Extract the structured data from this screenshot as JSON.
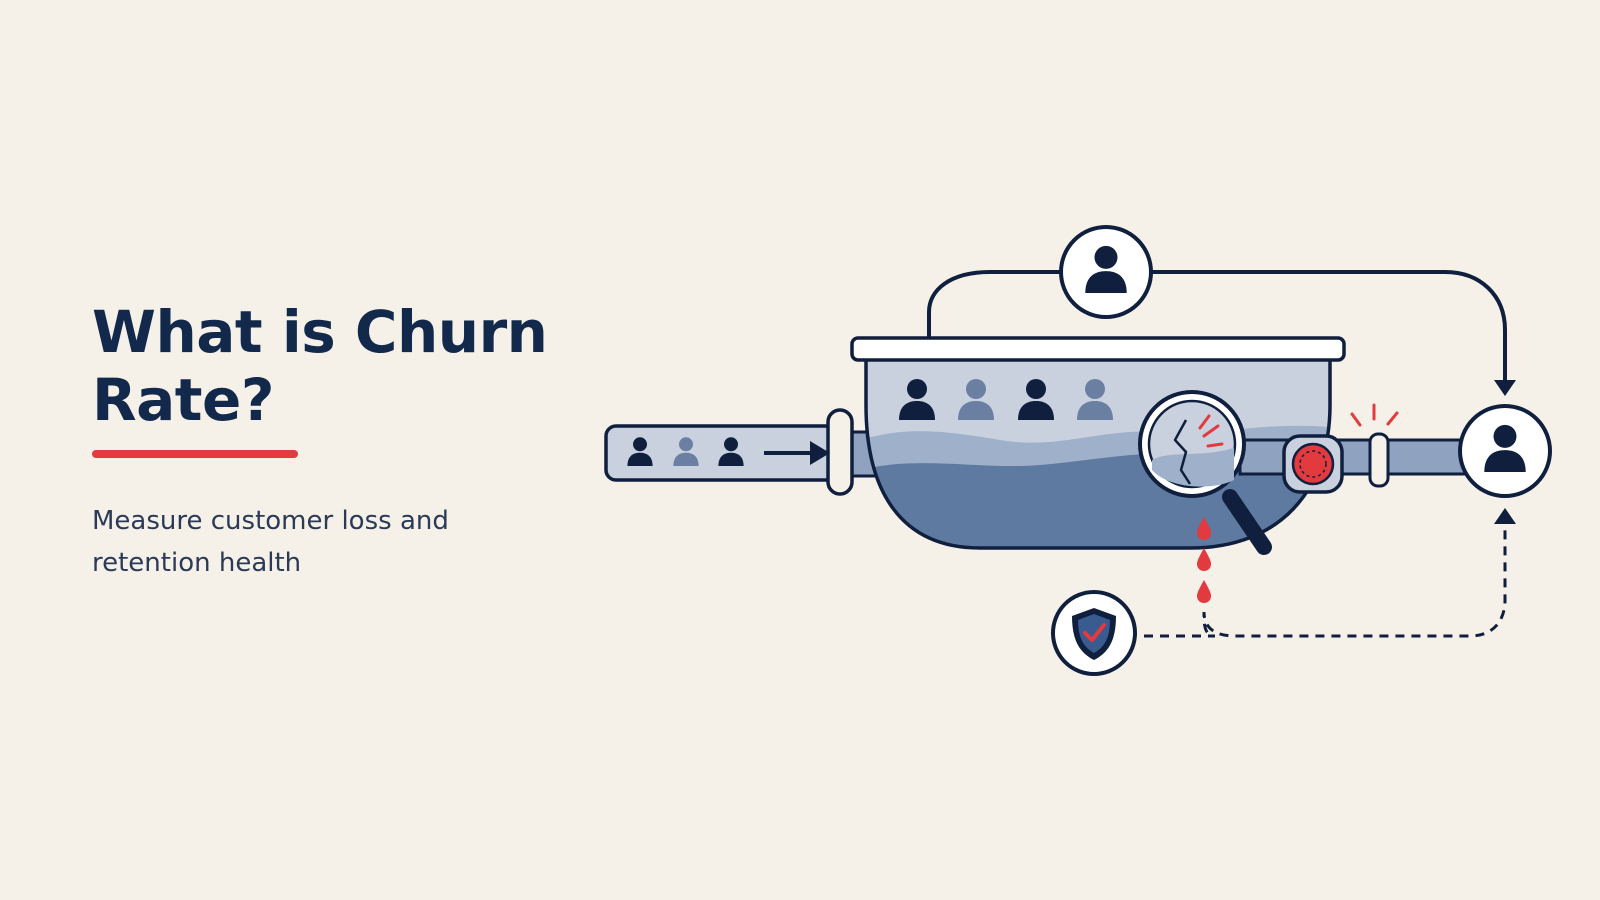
{
  "slide": {
    "title_line1": "What is Churn",
    "title_line2": "Rate?",
    "subtitle_line1": "Measure customer loss and",
    "subtitle_line2": "retention health"
  },
  "colors": {
    "background": "#f5f1e9",
    "navy": "#0f1f3d",
    "accent_red": "#e23a3f",
    "water_light": "#a9b8d0",
    "water_dark": "#5f7aa0",
    "bucket_fill": "#c9d1df",
    "person_muted": "#6b7fa3",
    "white": "#ffffff"
  },
  "icons": {
    "person": "person-icon",
    "magnifier": "magnifying-glass-icon",
    "shield": "shield-check-icon",
    "drop": "water-drop-icon",
    "arrow": "arrow-right-icon"
  }
}
